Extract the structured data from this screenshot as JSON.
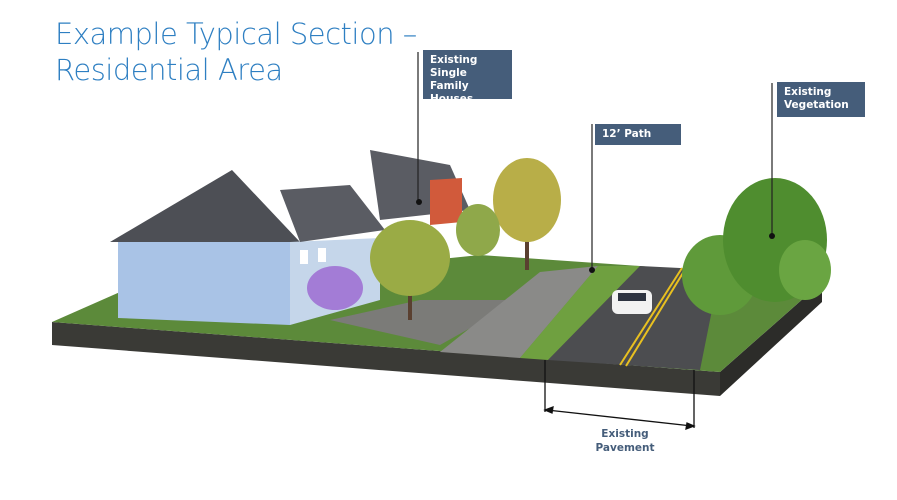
{
  "slide": {
    "title_line1": "Example Typical Section –",
    "title_line2": "Residential Area"
  },
  "callouts": {
    "houses": [
      "Existing",
      "Single Family",
      "Houses"
    ],
    "path": "12’ Path",
    "vegetation": [
      "Existing",
      "Vegetation"
    ],
    "pavement": [
      "Existing",
      "Pavement"
    ]
  },
  "colors": {
    "title": "#2e7fc2",
    "label_bg": "#455d7a"
  }
}
